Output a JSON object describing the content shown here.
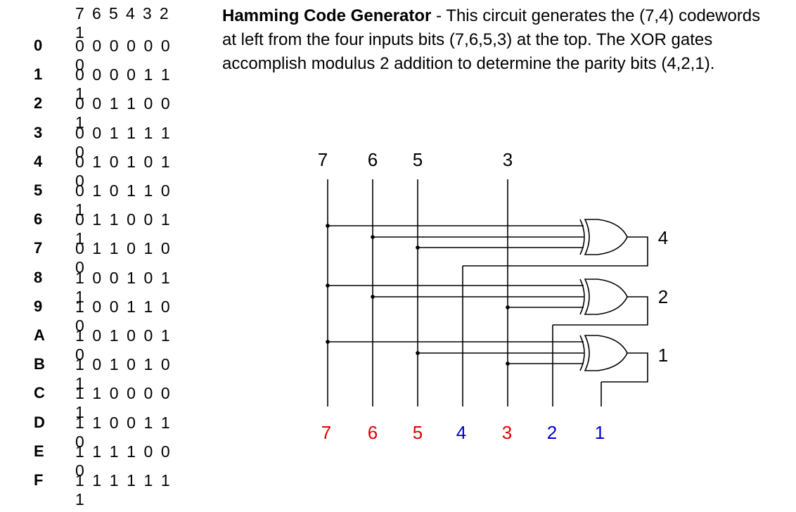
{
  "codeword_table": {
    "header": "7 6 5 4 3 2 1",
    "rows": [
      {
        "index": "0",
        "code": "0 0 0 0 0 0 0"
      },
      {
        "index": "1",
        "code": "0 0 0 0 1 1 1"
      },
      {
        "index": "2",
        "code": "0 0 1 1 0 0 1"
      },
      {
        "index": "3",
        "code": "0 0 1 1 1 1 0"
      },
      {
        "index": "4",
        "code": "0 1 0 1 0 1 0"
      },
      {
        "index": "5",
        "code": "0 1 0 1 1 0 1"
      },
      {
        "index": "6",
        "code": "0 1 1 0 0 1 1"
      },
      {
        "index": "7",
        "code": "0 1 1 0 1 0 0"
      },
      {
        "index": "8",
        "code": "1 0 0 1 0 1 1"
      },
      {
        "index": "9",
        "code": "1 0 0 1 1 0 0"
      },
      {
        "index": "A",
        "code": "1 0 1 0 0 1 0"
      },
      {
        "index": "B",
        "code": "1 0 1 0 1 0 1"
      },
      {
        "index": "C",
        "code": "1 1 0 0 0 0 1"
      },
      {
        "index": "D",
        "code": "1 1 0 0 1 1 0"
      },
      {
        "index": "E",
        "code": "1 1 1 1 0 0 0"
      },
      {
        "index": "F",
        "code": "1 1 1 1 1 1 1"
      }
    ]
  },
  "description": {
    "title": "Hamming Code Generator",
    "body": " - This circuit generates the (7,4) codewords at left from the four inputs bits (7,6,5,3) at the top. The XOR gates accomplish modulus 2 addition to determine the parity bits (4,2,1)."
  },
  "circuit": {
    "input_labels": [
      "7",
      "6",
      "5",
      "3"
    ],
    "gate_output_labels": [
      "4",
      "2",
      "1"
    ],
    "bottom_labels": [
      {
        "text": "7",
        "color": "#e00000"
      },
      {
        "text": "6",
        "color": "#e00000"
      },
      {
        "text": "5",
        "color": "#e00000"
      },
      {
        "text": "4",
        "color": "#0000d0"
      },
      {
        "text": "3",
        "color": "#e00000"
      },
      {
        "text": "2",
        "color": "#0000d0"
      },
      {
        "text": "1",
        "color": "#0000d0"
      }
    ]
  }
}
